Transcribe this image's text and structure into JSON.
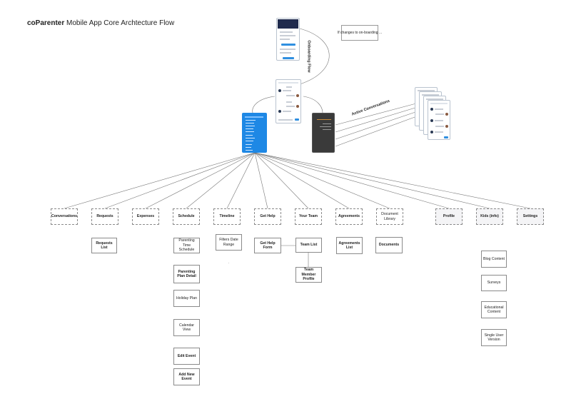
{
  "title": {
    "brand": "coParenter",
    "rest": "Mobile App Core Archtecture Flow"
  },
  "onboarding_label": "Onboarding Flow",
  "onboarding_note": "If changes to on-boarding ...",
  "active_label": "Active Conversations",
  "colors": {
    "menu_blue": "#1e88e5",
    "dark_screen": "#3a3a3a",
    "navy": "#1f2a4d",
    "accent": "#2f8fe0"
  },
  "nodes": {
    "conversations": "Conversations",
    "requests": "Requests",
    "expenses": "Expenses",
    "schedule": "Schedule",
    "timeline": "Timeline",
    "gethelp": "Get Help",
    "yourteam": "Your Team",
    "agreements": "Agreements",
    "documentlibrary": "Document Library",
    "profile": "Profile",
    "kids": "Kids (info)",
    "settings": "Settings",
    "requestslist": "Requests List",
    "parenting_time": "Parenting Time Schedule",
    "parenting_plan": "Parenting Plan Detail",
    "holiday_plan": "Holiday Plan",
    "calendar_view": "Calendar View",
    "edit_event": "Edit Event",
    "add_event": "Add New Event",
    "filters": "Filters Date Range",
    "gethelp_form": "Get Help Form",
    "team_list": "Team List",
    "team_member": "Team Member Profile",
    "agreements_list": "Agreements List",
    "documents": "Documents",
    "blog": "Blog Content",
    "surveys": "Surveys",
    "educational": "Educational Content",
    "single_user": "Single User Version",
    "dot": "."
  }
}
